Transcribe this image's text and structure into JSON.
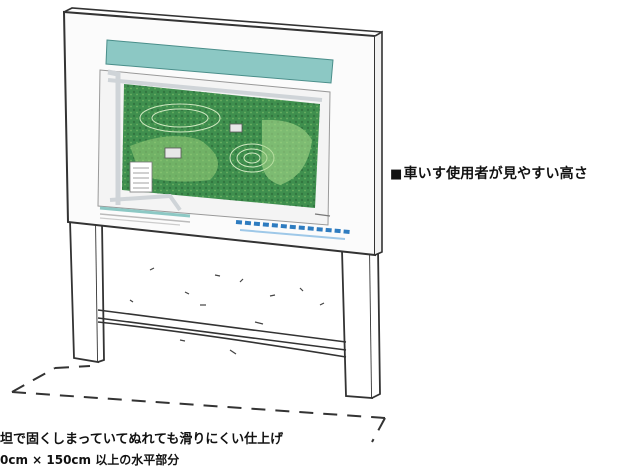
{
  "annotations": {
    "height_marker": "■",
    "height_text": "車いす使用者が見やすい高さ",
    "ground_text": "坦で固くしまっていてぬれても滑りにくい仕上げ",
    "area_text": "0cm × 150cm 以上の水平部分"
  },
  "colors": {
    "board_green": "#3f8f4e",
    "title_strip": "#8cc8c4",
    "outline": "#3a3a3a"
  }
}
